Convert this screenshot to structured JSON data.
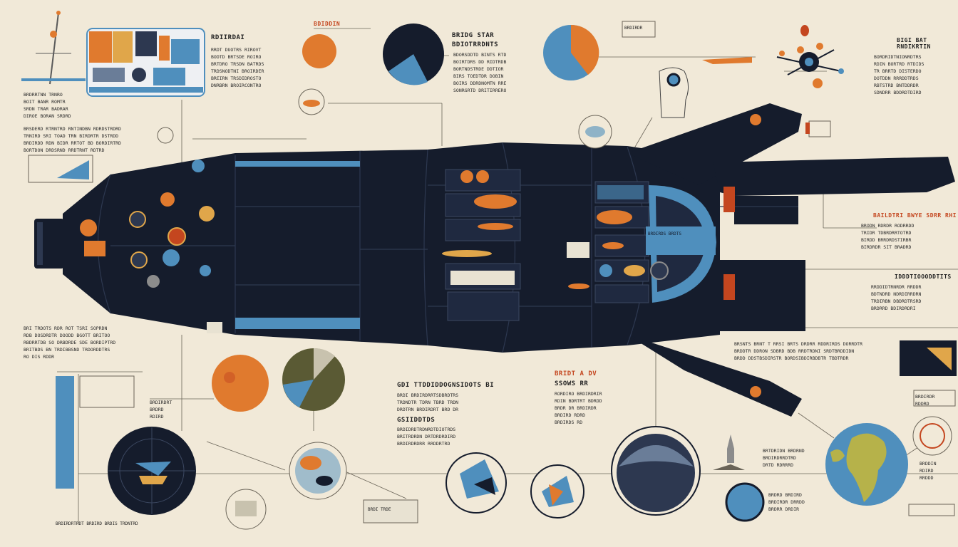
{
  "colors": {
    "background": "#f1e9d8",
    "hull": "#151c2c",
    "hull_line": "#2d3850",
    "accent_orange": "#e07a2e",
    "accent_blue": "#4f8fbd",
    "accent_olive": "#5a5a34",
    "ink": "#2a2a2a"
  },
  "headings": {
    "h_top_left": "RDIIRDAI",
    "h_top_orange": "BDIDDIN",
    "h_top_center": "BRIDG STAR",
    "h_top_center_sub": "BDIOTRRDNTS",
    "h_right_top": "BIGI BAT RNDIKRTIN",
    "h_right_mid": "BAILDTRI BWYE SDRR RHI",
    "h_right_mid2": "IDDDTIOOODDTITS",
    "h_bottom_center": "GDI TTDDIDDOGNSIDOTS BI",
    "h_bottom_center2": "GSIIDDTDS",
    "h_bottom_mid": "BRIDT A DV",
    "h_bottom_mid2": "SSOWS RR"
  },
  "text_blocks": {
    "tb_top_left": "RRDT DUOTRS RIROVT\nBODTD BRTSDE ROIRO\nBRTDRO TRSDN BATRDS\nTRDSNODTNI BROIRDER\nBREIRN TRSDIDROSTO\nDNRBRN BROIRCONTRO",
    "tb_top_center": "BDORSDDTD BINTS RTD\nBOIRTDRS DD RIDTRDB\nBORTNDSTRDE DDTIOR\nBIRS TOEDTDR DOBIN\nBOIRS DDRDNOMTN RRE\nSONRGRTD DRITIRRERO",
    "tb_far_left": "BRDRRTNN TRNRO\nBOIT BANR ROMTR\nSRDN TRAR BADRAR\nDIROE BORAN SRDRD",
    "tb_left_mid": "BRSDERD RTRNTRD RNTINDBN RDRDSTRDRD\nTRNIRD SRI TOAD TRN BIRDRTR DSTRDD\nBRDIRDD RDN BIDR RRTOT BD BORDIRTRD\nBORTDON DRDSRND RRDTRNT RDTRD",
    "tb_left_low": "BRI TRDOTS RDR ROT TSRI SOPRDN\nRDB DOSDRDTR DOODD BGOTT BRITOO\nRBDRRTDB SO DRBDRDE SDE BORDIPTRD\nBRITBDS BN TRDIBBSND TRDORDDTRS\nRO DIS RDDR",
    "tb_right_top": "BORDRIDTNIONRDTRS\nRDIN BORTRD RTDIDS\nTR BRRTD DISTERDO\nDOTDDN RRRDDTRDS\nRBTSTRD BNTDDRDR\nSDNDRR BDDRDTDIRD",
    "tb_right_mid": "BRODN RDRDR RODRRDD\nTRIDR TDBRDRRTOTRD\nBIRDD BRRDRDSTIRBR\nBIRDRDR SIT BRADRD",
    "tb_right_mid2": "RRDDIDTRNRDR RRDDR\nBDTNDRD NDRDIRRDRN\nTRDIRBN DBDRDTRSRD\nBRDRRD BDIRDRDRI",
    "tb_right_low": "BRSNTS BRNT T RRSI BRTS DRDRR RDDRIRDS DORRDTR\nBRDDTR DDRON SDBRD BDB RRDTRDNI SRDTBRDDIDN\nBRDD DDSTBSDIRSTR BORDSIBDIRBDBTR TBDTRDR",
    "tb_bottom_center": "BRDI BRDIRDRRTSDBRDTRS\nTRDNDTR TDRN TBRD TRDN\nDRDTRN BRDIRDRT BRD DR",
    "tb_bottom_center2": "BRDIDRDTRDNRDTDIOTRDS\nBRITRDRDN DRTDRDRDIRD\nBRDIRDRDRR RRDDRTRD",
    "tb_bottom_mid": "RORDIRO BRDIRDRIR\nRDIN BDRTRT BDRDD\nBRDR DR BRDIRDR\nBRDIRD RDRD\nBRDIRDS RD",
    "tb_bottom_right1": "BRTDRIDN BRDRND\nBRDIRDRRDTRD\nDRTD RDRRRD",
    "tb_bottom_right2": "BRDRD BRDIRD\nBRDIRDR DRRDD\nBRDRR DRDIR",
    "tb_bottom_right3": "BRDDIN\nRDIRD\nRRDDD",
    "tb_far_right_low": "BRDIRDR\nRDDRD",
    "tb_bottom_left_small": "BRDIRDRT\nBRDRD\nRDIRD"
  },
  "panel_labels": {
    "panel_top_center_label": "BRDIRDR",
    "panel_bottom_mid_label": "BRDI TRDE",
    "screen_readout": "BRDIRDS BRDTS",
    "bottom_caption": "BRDIRDRTRDT BRDIRD BRDIS TRDNTRD"
  }
}
